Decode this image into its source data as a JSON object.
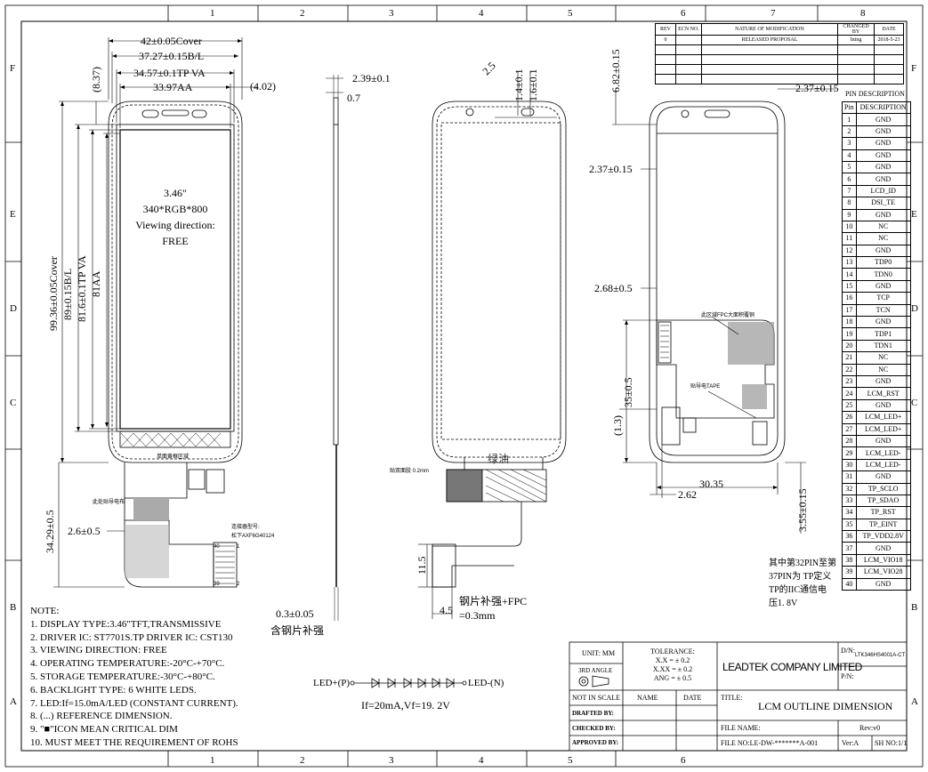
{
  "grid": {
    "top": [
      "1",
      "2",
      "3",
      "4",
      "5",
      "6",
      "7",
      "8"
    ],
    "bottom": [
      "1",
      "2",
      "3",
      "4",
      "5",
      "6"
    ],
    "side": [
      "F",
      "E",
      "D",
      "C",
      "B",
      "A"
    ]
  },
  "rev_table": {
    "headers": [
      "REV",
      "ECN NO.",
      "NATURE OF MODIFICATION",
      "CHANGED BY",
      "DATE"
    ],
    "row": [
      "0",
      "",
      "RELEASED PROPOSAL",
      "Ining",
      "2018-5-23"
    ]
  },
  "front_view": {
    "dims": {
      "cover_w": "42±0.05Cover",
      "bl_w": "37.27±0.15B/L",
      "tpva_w": "34.57±0.1TP VA",
      "aa_w": "33.97AA",
      "top_offset": "(8.37)",
      "right_offset": "(4.02)",
      "cover_h": "99.36±0.05Cover",
      "bl_h": "89±0.15B/L",
      "tpva_h": "81.6±0.1TP VA",
      "aa_h": "81AA",
      "fpc_len": "34.29±0.5",
      "fpc_off": "2.6±0.5"
    },
    "spec_lines": [
      "3.46\"",
      "340*RGB*800",
      "Viewing direction:",
      "FREE"
    ],
    "bottom_note": "单面黄框区域",
    "connector_note_1": "连接器型号:",
    "connector_note_2": "松下AXF6G40124",
    "small_note": "此处贴导电布",
    "pin_1": "1",
    "pin_2": "2",
    "pin_39": "39",
    "pin_40": "40"
  },
  "side_view": {
    "dim1": "2.39±0.1",
    "dim2": "0.7",
    "dim3": "0.3±0.05",
    "note": "含钢片补强"
  },
  "back_view": {
    "dim_r": "2.5",
    "dim_a": "1.4±0.1",
    "dim_b": "1.6±0.1",
    "green": "绿油",
    "stiffener": "钢片补强+FPC",
    "stiffener_t": "=0.3mm",
    "dim_115": "11.5",
    "dim_45": "4.5",
    "note_small": "贴双面胶 0.2mm"
  },
  "rear_view": {
    "dim_top": "6.82±0.15",
    "dim_right": "2.37±0.15",
    "dim_l1": "2.37±0.15",
    "dim_l2": "2.68±0.5",
    "dim_35": "35±0.5",
    "dim_13": "(1.3)",
    "dim_3035": "30.35",
    "dim_262": "2.62",
    "dim_355": "3.55±0.15",
    "note1": "此区域FPC大面积覆铜",
    "note2": "贴导电TAPE",
    "cn_note": [
      "其中第32PIN至第",
      "37PIN为 TP定义",
      "TP的IIC通信电",
      "压1. 8V"
    ]
  },
  "pin_table": {
    "title": "PIN DESCRIPTION",
    "head_pin": "Pin",
    "head_desc": "DESCRIPTION",
    "rows": [
      [
        "1",
        "GND"
      ],
      [
        "2",
        "GND"
      ],
      [
        "3",
        "GND"
      ],
      [
        "4",
        "GND"
      ],
      [
        "5",
        "GND"
      ],
      [
        "6",
        "GND"
      ],
      [
        "7",
        "LCD_ID"
      ],
      [
        "8",
        "DSI_TE"
      ],
      [
        "9",
        "GND"
      ],
      [
        "10",
        "NC"
      ],
      [
        "11",
        "NC"
      ],
      [
        "12",
        "GND"
      ],
      [
        "13",
        "TDP0"
      ],
      [
        "14",
        "TDN0"
      ],
      [
        "15",
        "GND"
      ],
      [
        "16",
        "TCP"
      ],
      [
        "17",
        "TCN"
      ],
      [
        "18",
        "GND"
      ],
      [
        "19",
        "TDP1"
      ],
      [
        "20",
        "TDN1"
      ],
      [
        "21",
        "NC"
      ],
      [
        "22",
        "NC"
      ],
      [
        "23",
        "GND"
      ],
      [
        "24",
        "LCM_RST"
      ],
      [
        "25",
        "GND"
      ],
      [
        "26",
        "LCM_LED+"
      ],
      [
        "27",
        "LCM_LED+"
      ],
      [
        "28",
        "GND"
      ],
      [
        "29",
        "LCM_LED-"
      ],
      [
        "30",
        "LCM_LED-"
      ],
      [
        "31",
        "GND"
      ],
      [
        "32",
        "TP_SCLO"
      ],
      [
        "33",
        "TP_SDAO"
      ],
      [
        "34",
        "TP_RST"
      ],
      [
        "35",
        "TP_EINT"
      ],
      [
        "36",
        "TP_VDD2.8V"
      ],
      [
        "37",
        "GND"
      ],
      [
        "38",
        "LCM_VIO18"
      ],
      [
        "39",
        "LCM_VIO28"
      ],
      [
        "40",
        "GND"
      ]
    ]
  },
  "notes": {
    "title": "NOTE:",
    "items": [
      "1. DISPLAY TYPE:3.46\"TFT,TRANSMISSIVE",
      "2. DRIVER IC: ST7701S.TP DRIVER IC: CST130",
      "3. VIEWING DIRECTION: FREE",
      "4. OPERATING TEMPERATURE:-20°C-+70°C.",
      "5. STORAGE TEMPERATURE:-30°C-+80°C.",
      "6. BACKLIGHT TYPE:  6  WHITE LEDS.",
      "7. LED:If=15.0mA/LED (CONSTANT CURRENT).",
      "8. (...) REFERENCE DIMENSION.",
      "9. \"■\"ICON MEAN CRITICAL DIM",
      "10. MUST MEET THE REQUIREMENT OF ROHS"
    ]
  },
  "led": {
    "plus": "LED+(P)",
    "minus": "LED-(N)",
    "spec": "If=20mA,Vf=19. 2V"
  },
  "title_block": {
    "unit": "UNIT: MM",
    "angle": "3RD ANGLE",
    "tolerance": [
      "TOLERANCE:",
      "X.X = ± 0.2",
      "X.XX = ± 0.2",
      "ANG = ± 0.5"
    ],
    "company": "LEADTEK COMPANY LIMITED",
    "dn_label": "D/N:",
    "dn_value": "LTK346HS4001A-CT",
    "pn_label": "P/N:",
    "not_scale": "NOT IN SCALE",
    "name": "NAME",
    "date": "DATE",
    "title_label": "TITLE:",
    "title_value": "LCM OUTLINE DIMENSION",
    "drafted": "DRAFTED BY:",
    "checked": "CHECKED BY:",
    "approved": "APPROVED BY:",
    "file_name": "FILE NAME:",
    "rev": "Rev:v0",
    "file_no": "FILE NO:LE-DW-*******A-001",
    "ver": "Ver:A",
    "sheet": "SH NO:1/1"
  }
}
